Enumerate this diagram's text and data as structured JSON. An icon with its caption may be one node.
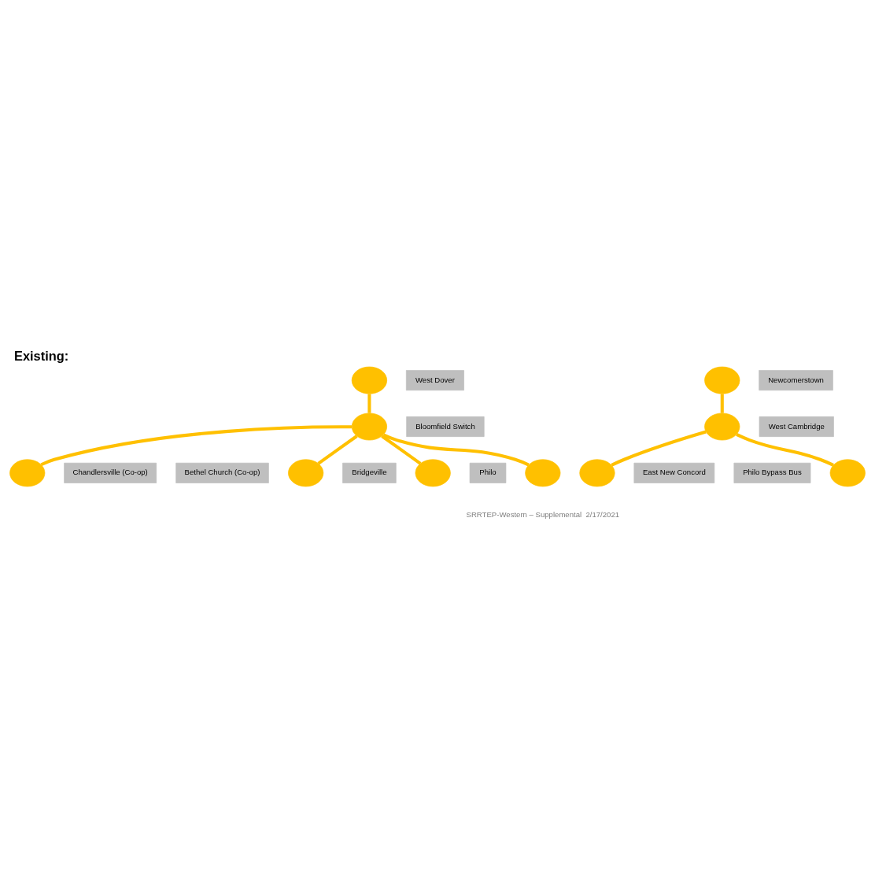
{
  "diagram": {
    "title": "Existing:",
    "caption": "SRRTEP-Western – Supplemental  2/17/2021",
    "nodes": [
      {
        "text": [],
        "shape": "circle"
      },
      {
        "text": [
          "West Dover"
        ]
      },
      {
        "text": [
          "Newcomerstown"
        ]
      },
      {
        "text": [],
        "shape": "circle"
      },
      {
        "text": [],
        "shape": "circle"
      },
      {
        "text": [
          "Bloomfield Switch"
        ]
      },
      {
        "text": [
          "Bethel Church (Co-op)"
        ]
      },
      {
        "text": [],
        "shape": "circle"
      },
      {
        "text": [],
        "shape": "circle"
      },
      {
        "text": [
          "West Cambridge"
        ]
      },
      {
        "text": [],
        "shape": "circle"
      },
      {
        "text": [
          "East New Concord"
        ]
      },
      {
        "text": [
          "Chandlersville (Co-op)"
        ]
      },
      {
        "text": [
          "Bridgeville"
        ]
      },
      {
        "text": [],
        "shape": "circle"
      },
      {
        "text": [],
        "shape": "circle"
      },
      {
        "text": [
          "Philo Bypass Bus"
        ]
      },
      {
        "text": [],
        "shape": "circle"
      },
      {
        "text": [
          "Philo"
        ]
      },
      {
        "text": [],
        "shape": "circle"
      }
    ],
    "edges": [
      {
        "from": 0,
        "to": 4,
        "arrow": "none"
      },
      {
        "from": 4,
        "to": 7,
        "arrow": "none"
      },
      {
        "from": 4,
        "to": 10,
        "arrow": "none"
      },
      {
        "from": 4,
        "to": 15,
        "arrow": "none"
      },
      {
        "from": 4,
        "to": 19,
        "arrow": "none"
      },
      {
        "from": 3,
        "to": 8,
        "arrow": "none"
      },
      {
        "from": 8,
        "to": 14,
        "arrow": "none"
      },
      {
        "from": 8,
        "to": 17,
        "arrow": "none"
      }
    ]
  }
}
